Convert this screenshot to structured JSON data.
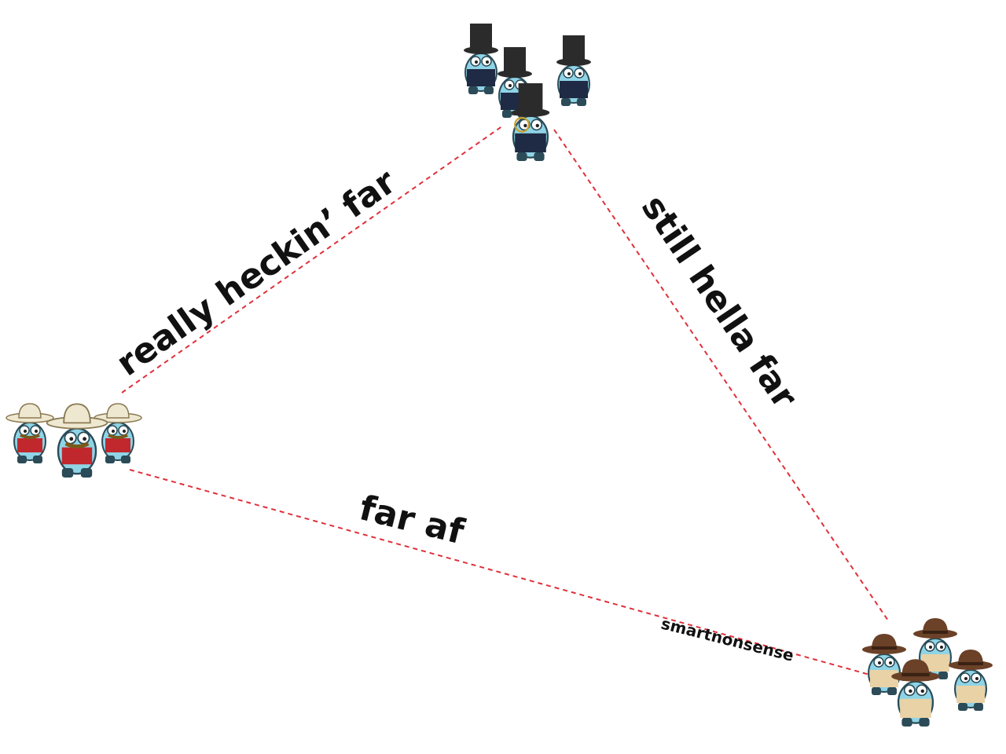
{
  "edges": {
    "left_top": "really heckin’ far",
    "top_right": "still hella far",
    "left_right": "far af"
  },
  "watermark": "smartnonsense",
  "groups": {
    "left": "cowboys-group",
    "top": "gentlemen-group",
    "right": "detectives-group"
  },
  "colors": {
    "line": "#e0303a",
    "skin": "#8fd4e6",
    "text": "#111111"
  }
}
